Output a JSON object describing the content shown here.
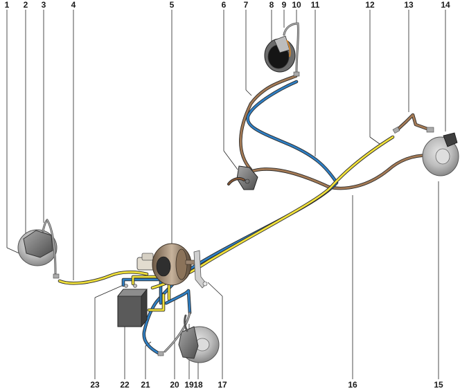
{
  "colors": {
    "pipe_yellow": "#f0e03a",
    "pipe_blue": "#2f7fc4",
    "pipe_brown": "#a47a55",
    "component_grey": "#8c8c8c"
  },
  "callouts": {
    "top": [
      "1",
      "2",
      "3",
      "4",
      "5",
      "6",
      "7",
      "8",
      "9",
      "10",
      "11",
      "12",
      "13",
      "14"
    ],
    "bottom": [
      "23",
      "22",
      "21",
      "20",
      "19",
      "18",
      "17",
      "16",
      "15"
    ]
  }
}
